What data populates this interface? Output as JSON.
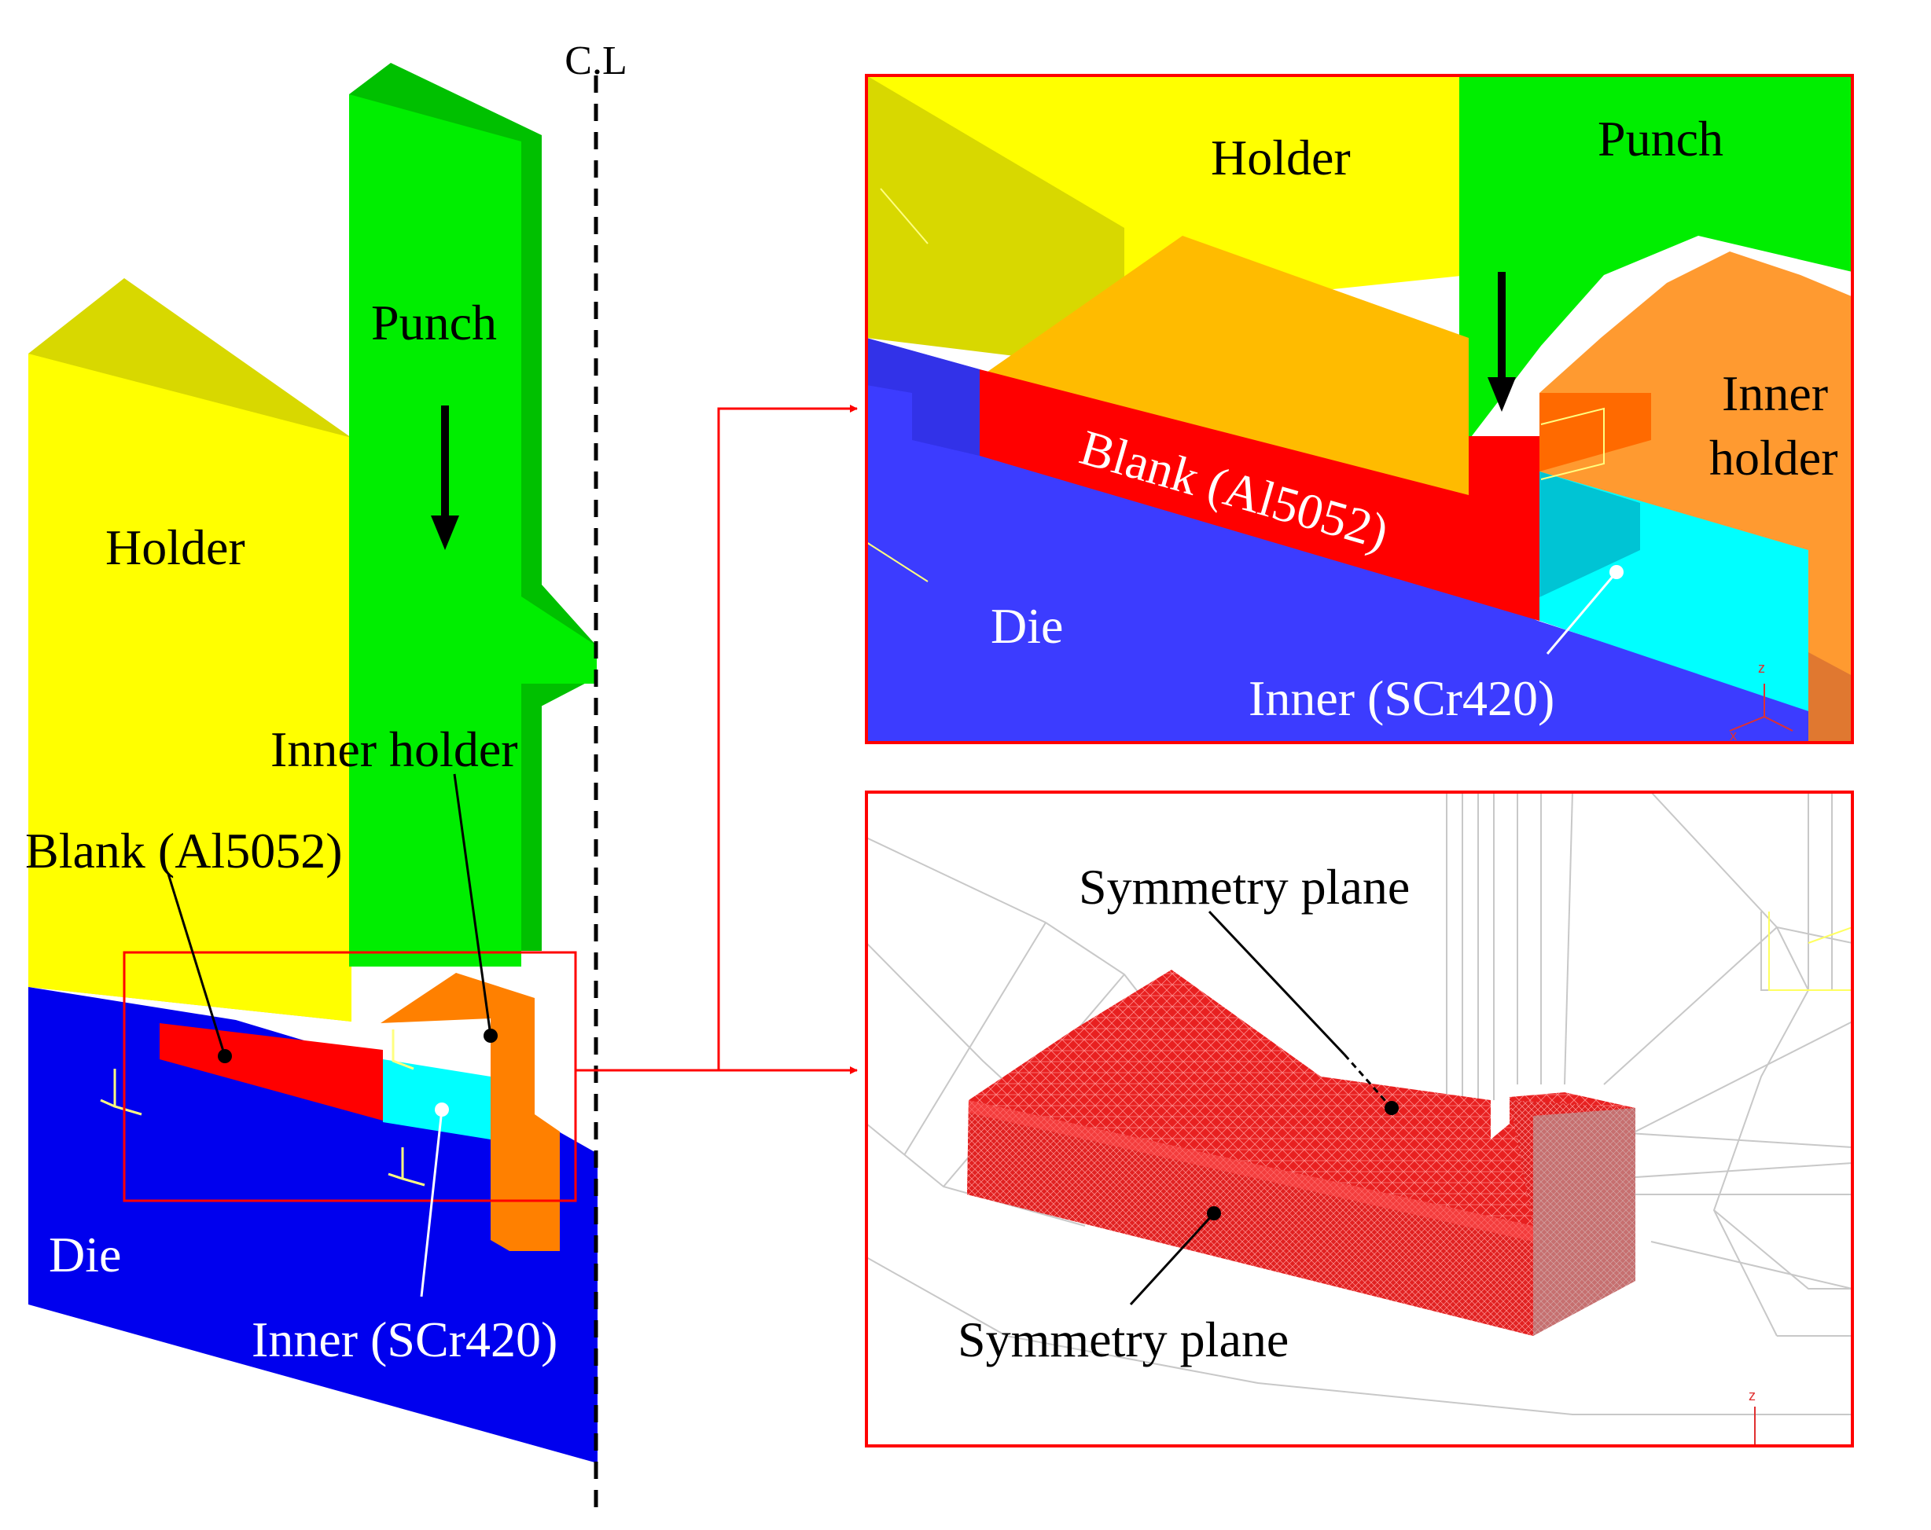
{
  "labels": {
    "centerline": "C.L",
    "left": {
      "punch": "Punch",
      "holder": "Holder",
      "inner_holder": "Inner holder",
      "blank": "Blank (Al5052)",
      "die": "Die",
      "inner": "Inner (SCr420)"
    },
    "zoom": {
      "holder": "Holder",
      "punch": "Punch",
      "inner_holder_line1": "Inner",
      "inner_holder_line2": "holder",
      "blank": "Blank (Al5052)",
      "die": "Die",
      "inner": "Inner (SCr420)",
      "axis_z": "z",
      "axis_x": "x"
    },
    "mesh": {
      "symmetry_top": "Symmetry plane",
      "symmetry_bottom": "Symmetry plane",
      "axis_z": "z"
    }
  },
  "colors": {
    "holder": "#ffff00",
    "holder_side": "#d8d800",
    "punch": "#00ee00",
    "punch_side": "#00c000",
    "die": "#0000ee",
    "die_zoom": "#3c3cff",
    "blank": "#ff0000",
    "inner_holder": "#ff8000",
    "inner": "#00ffff",
    "highlight": "#ff0000",
    "mesh": "#e82020"
  }
}
